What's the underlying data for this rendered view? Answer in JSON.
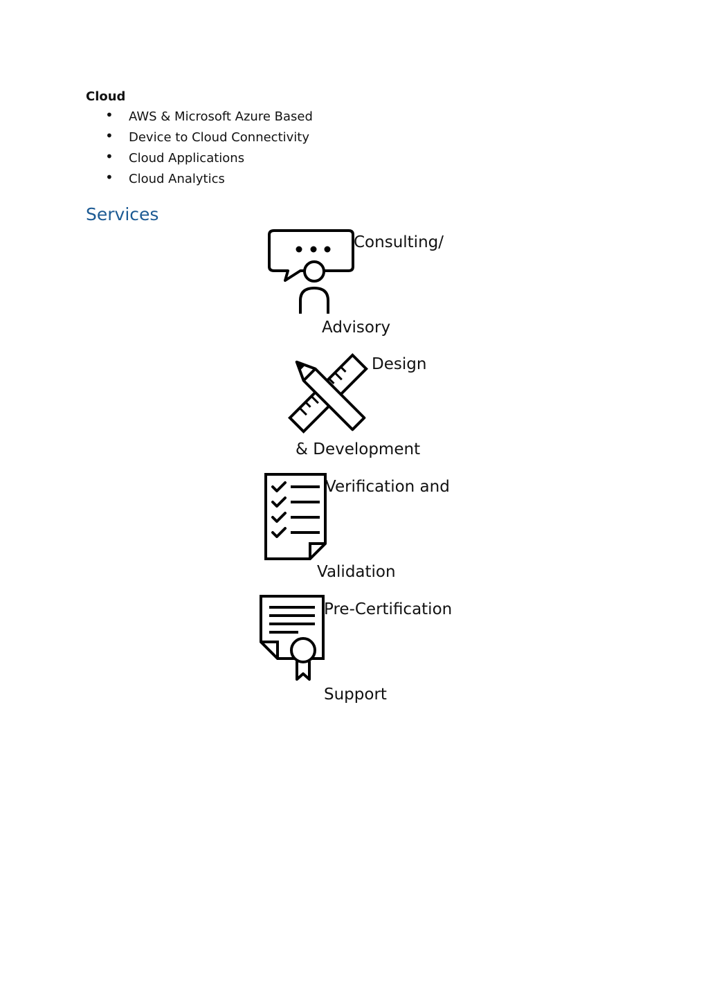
{
  "cloud": {
    "heading": "Cloud",
    "items": [
      "AWS & Microsoft Azure Based",
      "Device to Cloud Connectivity",
      "Cloud Applications",
      "Cloud Analytics"
    ]
  },
  "services": {
    "heading": "Services",
    "heading_color": "#1c5a93",
    "items": [
      {
        "line1": "Consulting/",
        "line2": "Advisory",
        "icon": "consultant-icon"
      },
      {
        "line1": "Design",
        "line2": "& Development",
        "icon": "pencil-ruler-icon"
      },
      {
        "line1": "Verification and",
        "line2": "Validation",
        "icon": "checklist-icon"
      },
      {
        "line1": "Pre-Certification",
        "line2": "Support",
        "icon": "certificate-icon"
      }
    ]
  }
}
